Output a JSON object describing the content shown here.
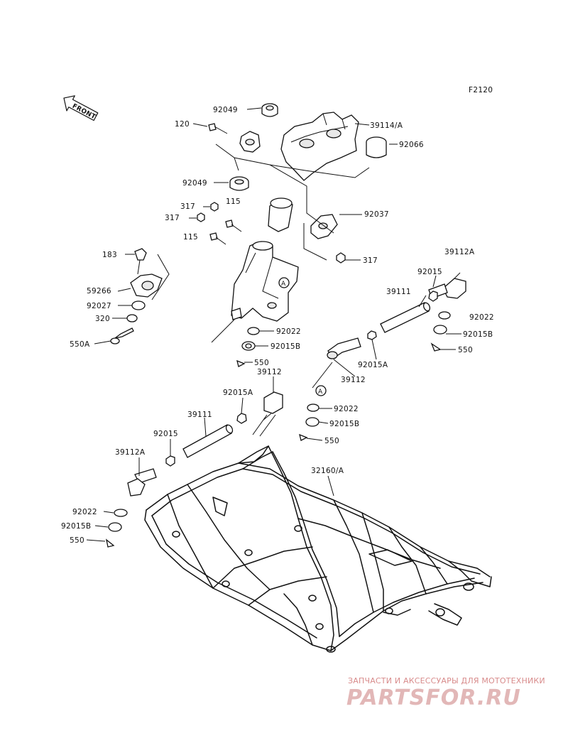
{
  "diagram_code": "F2120",
  "front_label": "FRONT",
  "callout_marker": "A",
  "labels": {
    "92049_top": "92049",
    "120": "120",
    "39114A": "39114/A",
    "92066": "92066",
    "92049_mid": "92049",
    "115_top": "115",
    "317_a": "317",
    "317_b": "317",
    "92037": "92037",
    "115_mid": "115",
    "317_c": "317",
    "183": "183",
    "59266": "59266",
    "92027": "92027",
    "320": "320",
    "550A": "550A",
    "92022_center": "92022",
    "92015B_center": "92015B",
    "550_center": "550",
    "39112A_right": "39112A",
    "92015_right": "92015",
    "39111_right": "39111",
    "92022_right": "92022",
    "92015B_right": "92015B",
    "550_right": "550",
    "92015A_right": "92015A",
    "39112_right": "39112",
    "92022_lowmid": "92022",
    "92015B_lowmid": "92015B",
    "550_lowmid": "550",
    "39112_left": "39112",
    "92015A_left": "92015A",
    "39111_left": "39111",
    "92015_left": "92015",
    "39112A_left": "39112A",
    "32160A": "32160/A",
    "92022_left": "92022",
    "92015B_left": "92015B",
    "550_left": "550"
  },
  "watermark": {
    "tagline": "ЗАПЧАСТИ И АКСЕССУАРЫ ДЛЯ МОТОТЕХНИКИ",
    "brand": "PARTSFOR.RU"
  }
}
